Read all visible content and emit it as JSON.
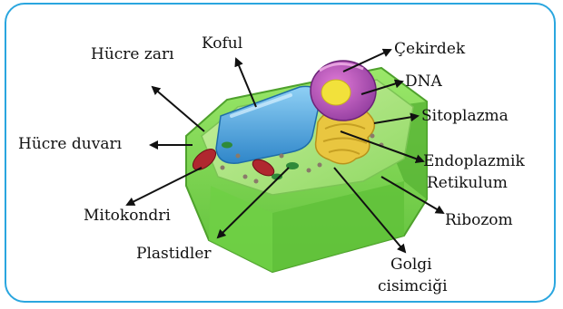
{
  "diagram": {
    "labels": {
      "hucre_zari": "Hücre zarı",
      "koful": "Koful",
      "cekirdek": "Çekirdek",
      "dna": "DNA",
      "sitoplazma": "Sitoplazma",
      "hucre_duvari": "Hücre duvarı",
      "endoplazmik_1": "Endoplazmik",
      "endoplazmik_2": "Retikulum",
      "mitokondri": "Mitokondri",
      "ribozom": "Ribozom",
      "plastidler": "Plastidler",
      "golgi_1": "Golgi",
      "golgi_2": "cisimciği"
    },
    "colors": {
      "frame": "#2aa6df",
      "cell_wall": "#7ed957",
      "cytoplasm": "#a6e27a",
      "vacuole": "#4aa6e0",
      "nucleus": "#c44fb8",
      "nucleolus": "#f2e13b",
      "er": "#e9c640",
      "mitochondria": "#b0272f",
      "plastid": "#2f8a3a",
      "arrow": "#111111"
    }
  }
}
